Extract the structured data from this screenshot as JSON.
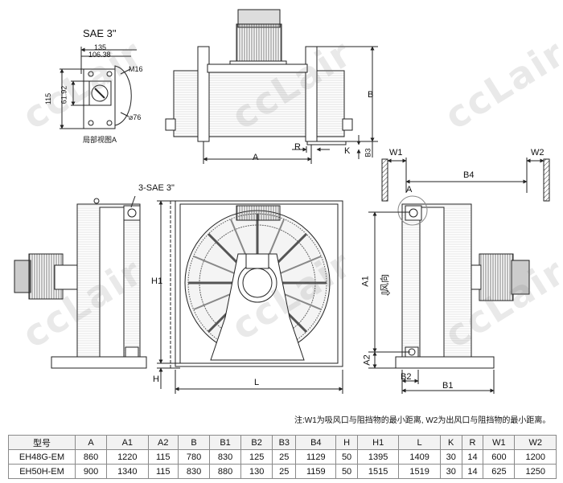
{
  "detail_view": {
    "title": "SAE 3\"",
    "dim_135": "135",
    "dim_10638": "106.38",
    "dim_m16": "M16",
    "dim_115": "115",
    "dim_6192": "61.92",
    "dim_76": "⌀76",
    "caption": "局部视图A"
  },
  "top_view": {
    "label_a": "A",
    "label_r": "R",
    "label_b": "B",
    "label_k": "K",
    "label_b3": "B3"
  },
  "clearance_view": {
    "label_w1": "W1",
    "label_w2": "W2",
    "label_b4": "B4"
  },
  "front_view": {
    "port_label": "3-SAE 3\"",
    "label_h1": "H1",
    "label_h": "H",
    "label_l": "L"
  },
  "right_view": {
    "label_a": "A",
    "label_a1": "A1",
    "label_a2": "A2",
    "label_b2": "B2",
    "label_b1": "B1",
    "airflow": "风向",
    "airflow_arrow": "⇨"
  },
  "watermark": "ccLair",
  "note": "注:W1为吸风口与阻挡物的最小距离, W2为出风口与阻挡物的最小距离。",
  "table": {
    "headers": [
      "型号",
      "A",
      "A1",
      "A2",
      "B",
      "B1",
      "B2",
      "B3",
      "B4",
      "H",
      "H1",
      "L",
      "K",
      "R",
      "W1",
      "W2"
    ],
    "rows": [
      [
        "EH48G-EM",
        "860",
        "1220",
        "115",
        "780",
        "830",
        "125",
        "25",
        "1129",
        "50",
        "1395",
        "1409",
        "30",
        "14",
        "600",
        "1200"
      ],
      [
        "EH50H-EM",
        "900",
        "1340",
        "115",
        "830",
        "880",
        "130",
        "25",
        "1159",
        "50",
        "1515",
        "1519",
        "30",
        "14",
        "625",
        "1250"
      ]
    ]
  }
}
